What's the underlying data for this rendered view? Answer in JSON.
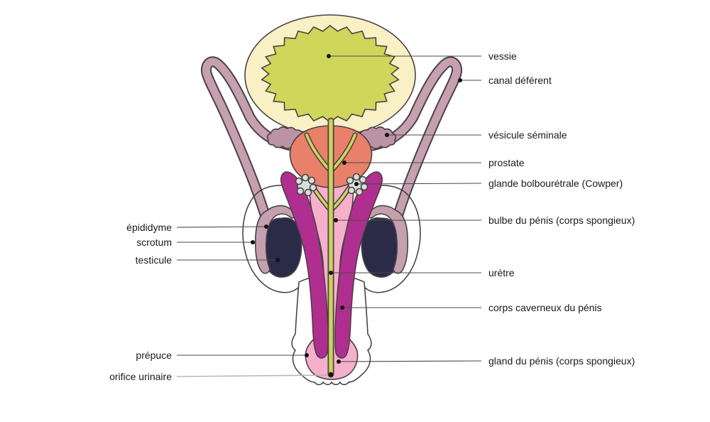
{
  "figure": {
    "labels": {
      "right": [
        {
          "text": "vessie"
        },
        {
          "text": "canal déférent"
        },
        {
          "text": "vésicule séminale"
        },
        {
          "text": "prostate"
        },
        {
          "text": "glande bolbourétrale (Cowper)"
        },
        {
          "text": "bulbe du pénis (corps spongieux)"
        },
        {
          "text": "urètre"
        },
        {
          "text": "corps caverneux du pénis"
        },
        {
          "text": "gland du pénis (corps spongieux)"
        }
      ],
      "left": [
        {
          "text": "épididyme"
        },
        {
          "text": "scrotum"
        },
        {
          "text": "testicule"
        },
        {
          "text": "prépuce"
        },
        {
          "text": "orifice urinaire"
        }
      ]
    },
    "colors": {
      "bladder_wall": "#FAF0C6",
      "bladder_interior": "#CFD659",
      "urethra": "#CDD45C",
      "vas_deferens": "#C6A0AF",
      "seminal_vesicle": "#BC93A5",
      "prostate": "#E8806A",
      "corpus_cavernosum": "#B12E91",
      "corpus_spongiosum": "#F6B0CC",
      "glans": "#F6B0CC",
      "testicle": "#2B2B48",
      "epididymis": "#C6A0AF",
      "cowper_gland": "#D6E0DA",
      "outline": "#4A4245"
    }
  }
}
